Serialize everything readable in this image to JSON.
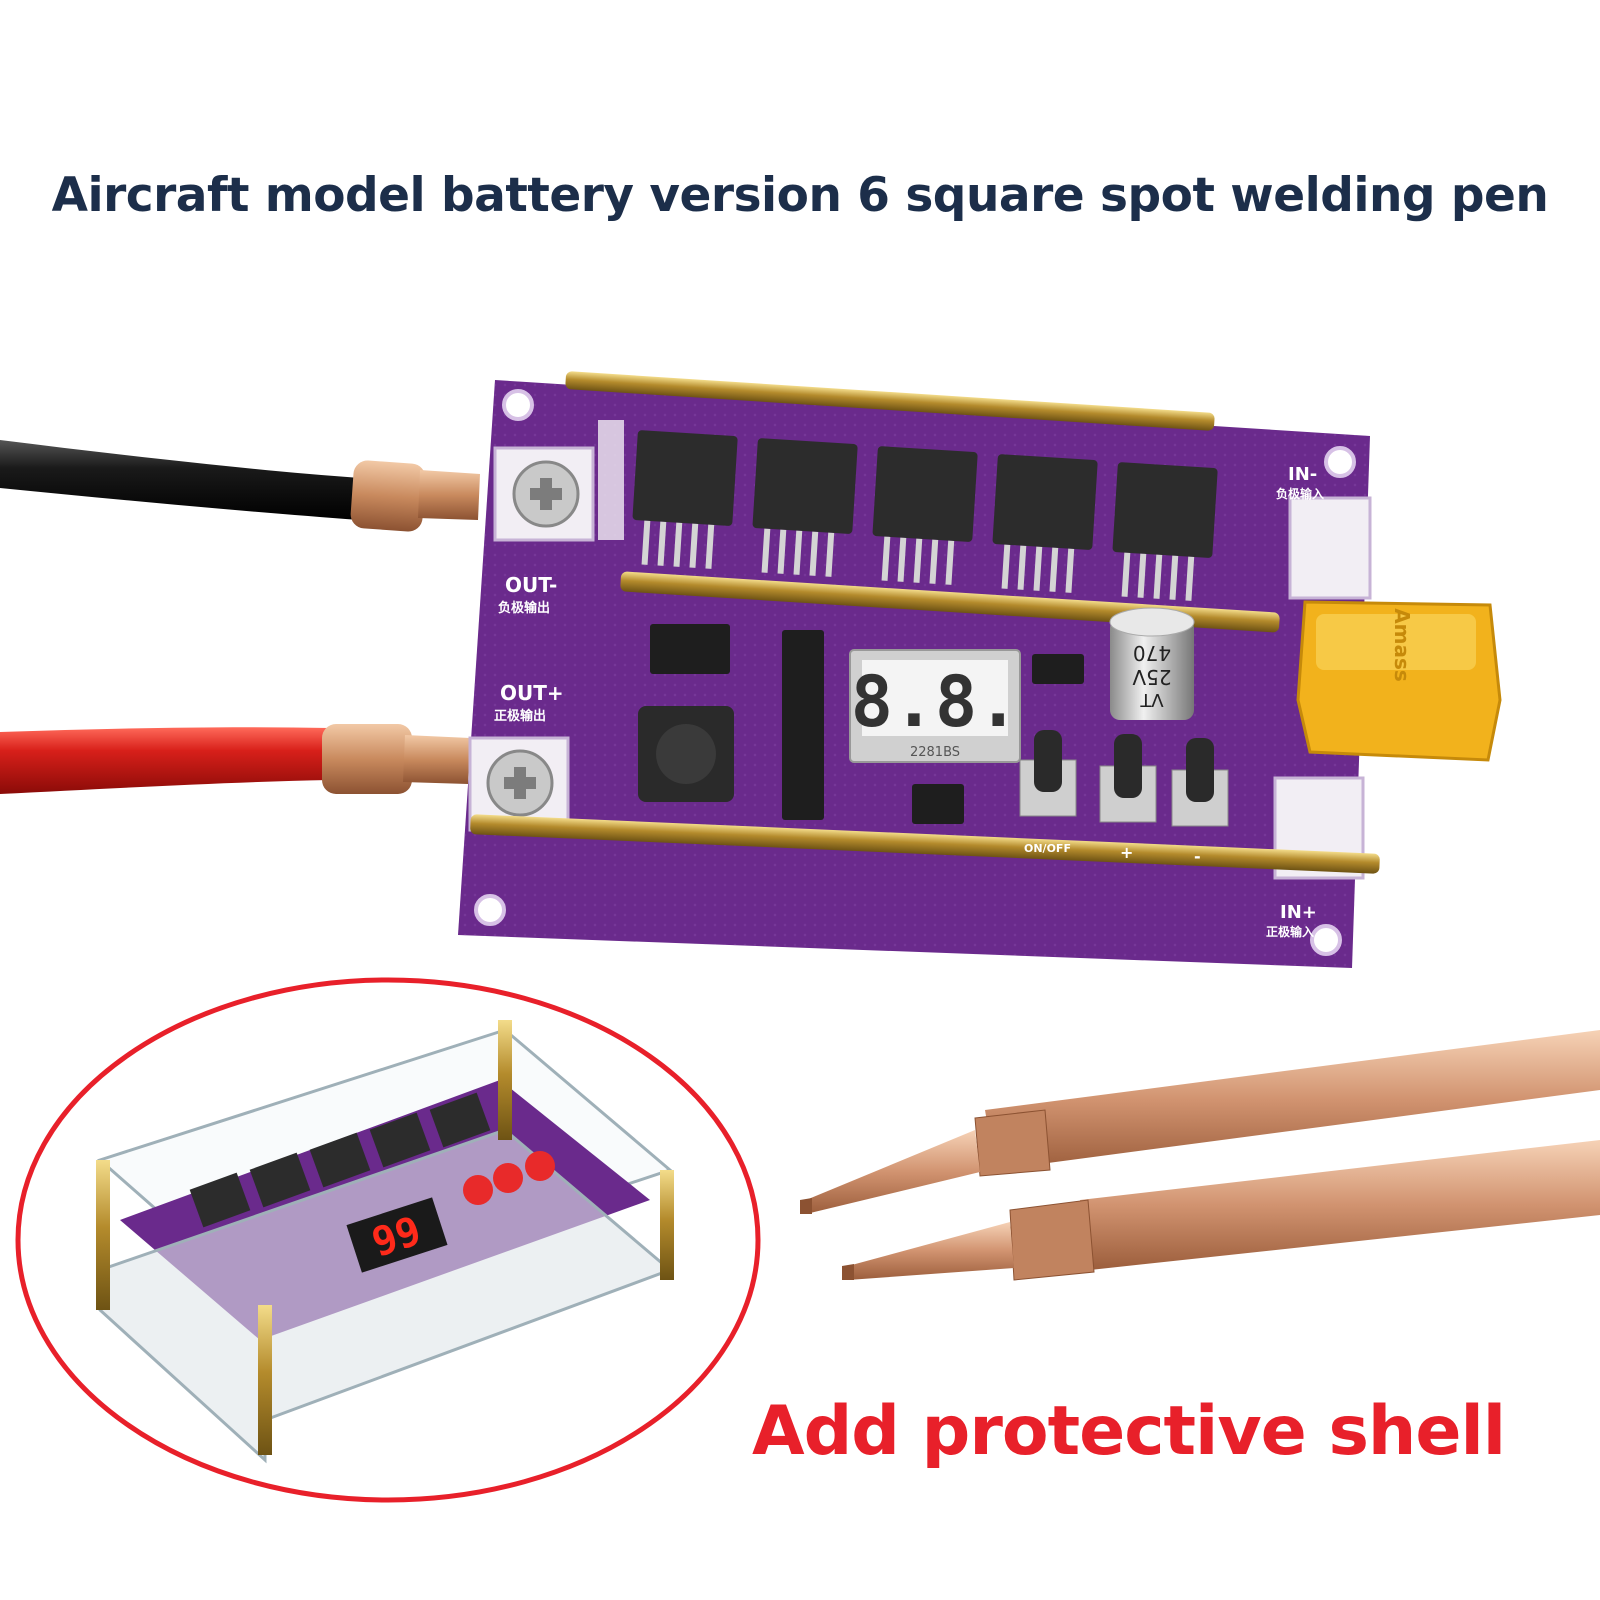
{
  "headline": "Aircraft model battery version 6 square spot welding pen",
  "caption": "Add protective shell",
  "board": {
    "out_minus": "OUT-",
    "out_minus_cn": "负极输出",
    "out_plus": "OUT+",
    "out_plus_cn": "正极输出",
    "in_minus": "IN-",
    "in_minus_cn": "负极输入",
    "in_plus": "IN+",
    "in_plus_cn": "正极输入",
    "display_value": "8.8.",
    "display_part": "2281BS",
    "capacitor_value": "470",
    "capacitor_voltage": "25V",
    "capacitor_series": "VT",
    "button_onoff": "ON/OFF",
    "button_plus": "+",
    "button_minus": "-",
    "connector_brand": "Amass"
  },
  "inset": {
    "display_value": "99"
  },
  "colors": {
    "pcb": "#6a2a8c",
    "copper": "#c98a5e",
    "headline": "#1c2e4a",
    "caption": "#e8202a",
    "connector": "#f2b21c"
  }
}
